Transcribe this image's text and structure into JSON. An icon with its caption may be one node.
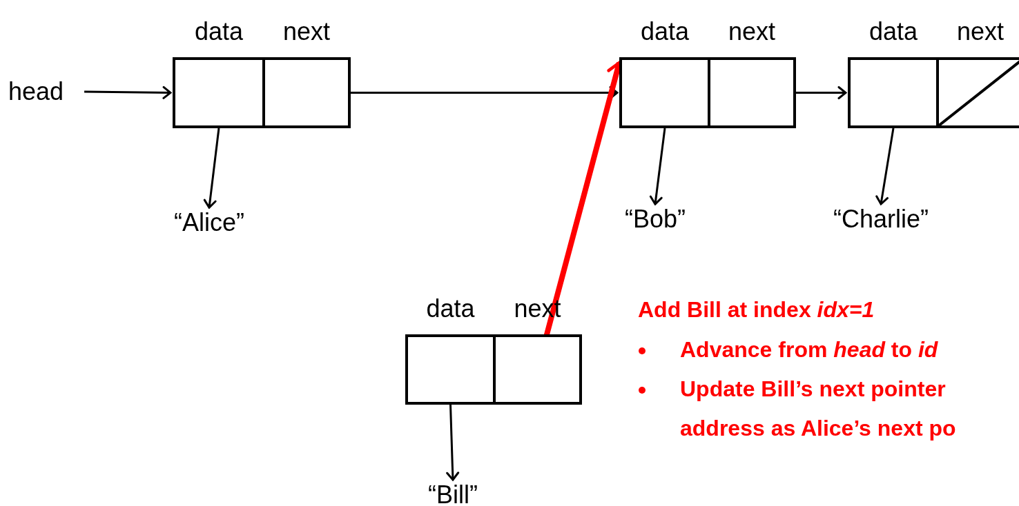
{
  "diagram": {
    "nodes": [
      {
        "text": [
          "head"
        ]
      },
      {
        "text": [
          "data",
          "next"
        ]
      },
      {
        "text": [
          "data",
          "next"
        ]
      },
      {
        "text": [
          "data",
          "next"
        ]
      },
      {
        "text": [
          "“Alice”"
        ]
      },
      {
        "text": [
          "“Bob”"
        ]
      },
      {
        "text": [
          "“Charlie”"
        ]
      },
      {
        "text": [
          "data",
          "next"
        ]
      },
      {
        "text": [
          "“Bill”"
        ]
      }
    ],
    "edges": [
      {
        "from": 0,
        "to": 1,
        "arrow": "to"
      },
      {
        "from": 1,
        "to": 4,
        "arrow": "to"
      },
      {
        "from": 1,
        "to": 2,
        "arrow": "to"
      },
      {
        "from": 2,
        "to": 5,
        "arrow": "to"
      },
      {
        "from": 2,
        "to": 3,
        "arrow": "to"
      },
      {
        "from": 3,
        "to": 6,
        "arrow": "to"
      },
      {
        "from": 7,
        "to": 8,
        "arrow": "to"
      },
      {
        "from": 7,
        "to": 2,
        "arrow": "to",
        "style": "thick",
        "color": "#ff0000"
      }
    ],
    "labels": [
      "Add Bill at index *idx=1*",
      "Advance from *head* to *id*",
      "Update Bill’s next pointer address as Alice’s next po"
    ]
  }
}
